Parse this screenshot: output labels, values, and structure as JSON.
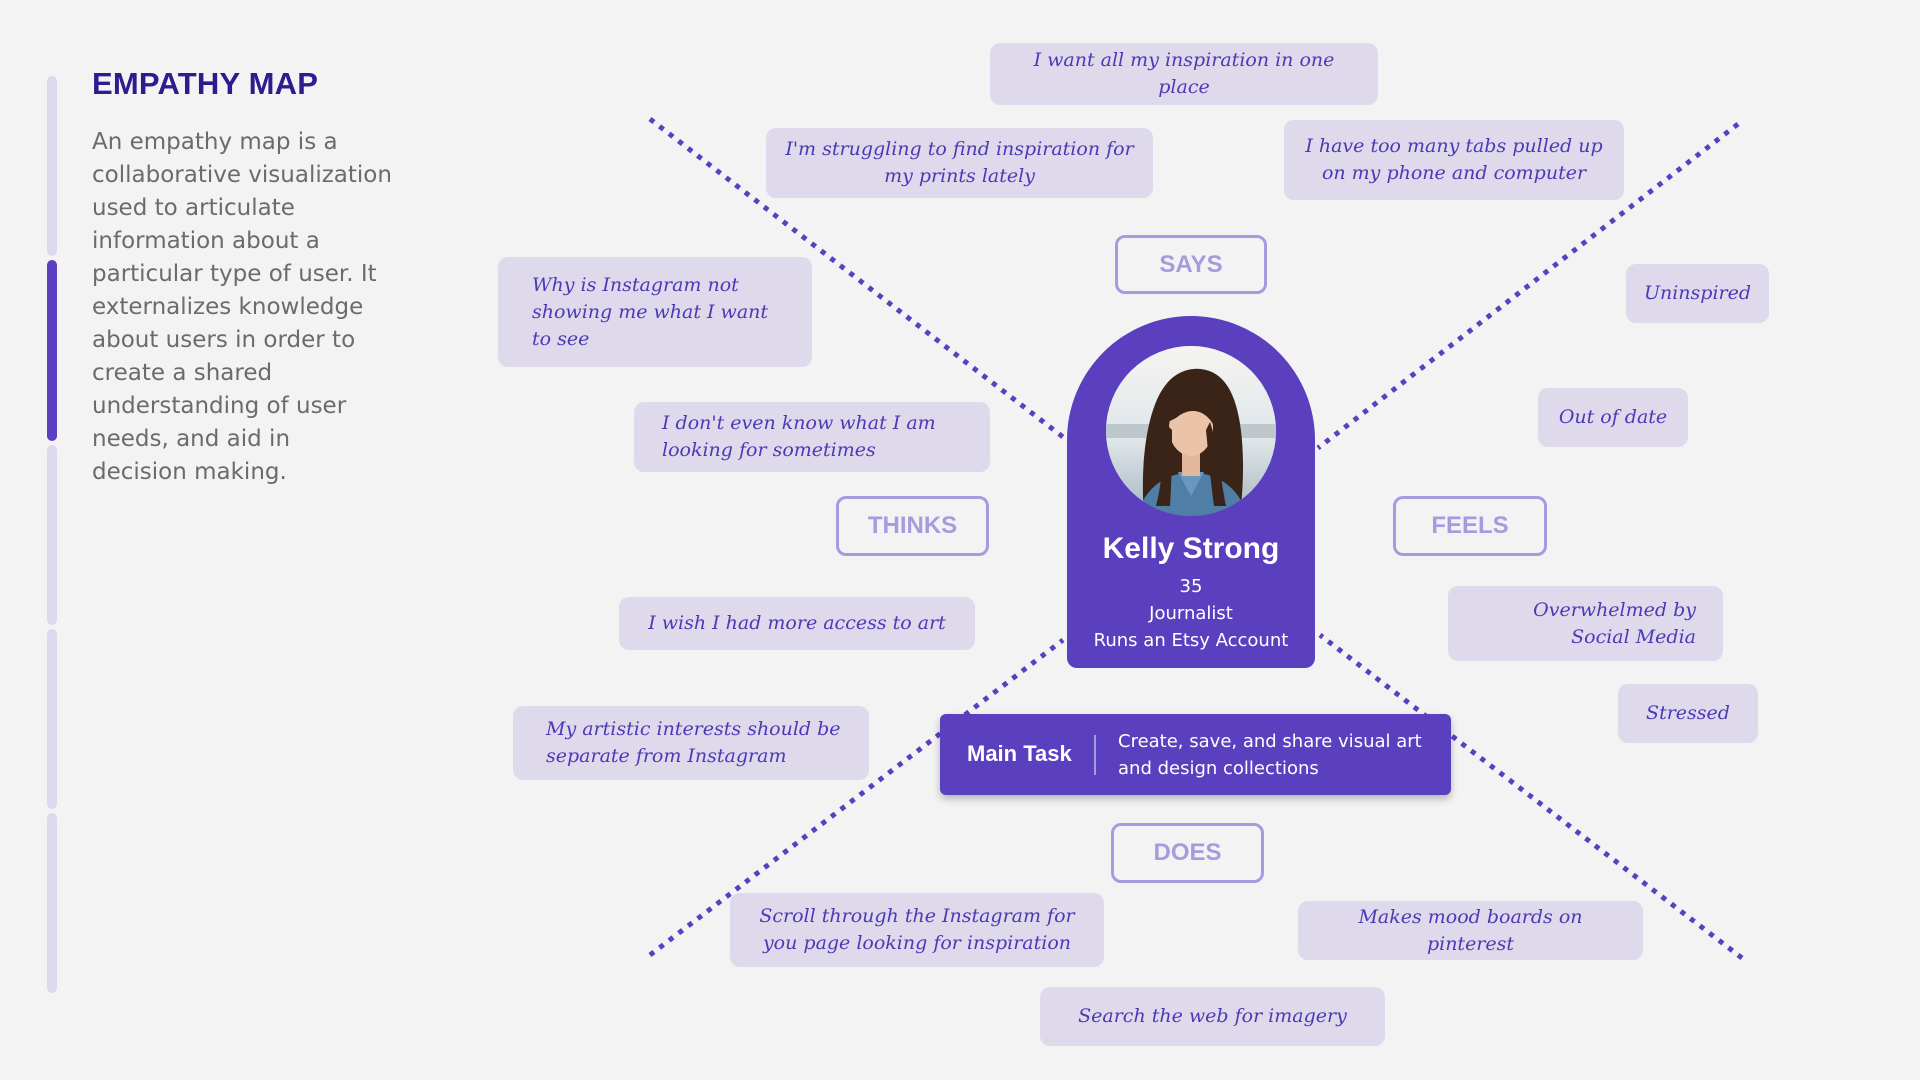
{
  "header": {
    "title": "EMPATHY MAP",
    "description": "An empathy map is a collaborative visualization used to articulate information about a particular type of user. It externalizes knowledge about users in order to create a shared understanding of user needs, and aid in decision making."
  },
  "progress": {
    "segments": 5,
    "active_index": 1
  },
  "quadrants": {
    "says": {
      "label": "SAYS",
      "notes": [
        "I want all my inspiration in one place",
        "I'm struggling to find inspiration for my prints lately",
        "I have too many tabs pulled up on my phone and computer"
      ]
    },
    "thinks": {
      "label": "THINKS",
      "notes": [
        "Why is Instagram not showing me what I want to see",
        "I don't even know what I am looking for sometimes",
        "I wish I had more access to art",
        "My artistic interests should be separate from Instagram"
      ]
    },
    "feels": {
      "label": "FEELS",
      "notes": [
        "Uninspired",
        "Out of date",
        "Overwhelmed by Social Media",
        "Stressed"
      ]
    },
    "does": {
      "label": "DOES",
      "notes": [
        "Scroll through the Instagram for you page looking for inspiration",
        "Makes mood boards on pinterest",
        "Search the web for imagery"
      ]
    }
  },
  "persona": {
    "name": "Kelly Strong",
    "age": "35",
    "occupation": "Journalist",
    "detail": "Runs an Etsy Account"
  },
  "main_task": {
    "label": "Main Task",
    "text": "Create, save, and share visual art and design collections"
  },
  "colors": {
    "primary": "#5a3fbf",
    "note_bg": "#dedaec",
    "label": "#a79be0",
    "title": "#2f1a8f",
    "background": "#f3f3f3"
  }
}
